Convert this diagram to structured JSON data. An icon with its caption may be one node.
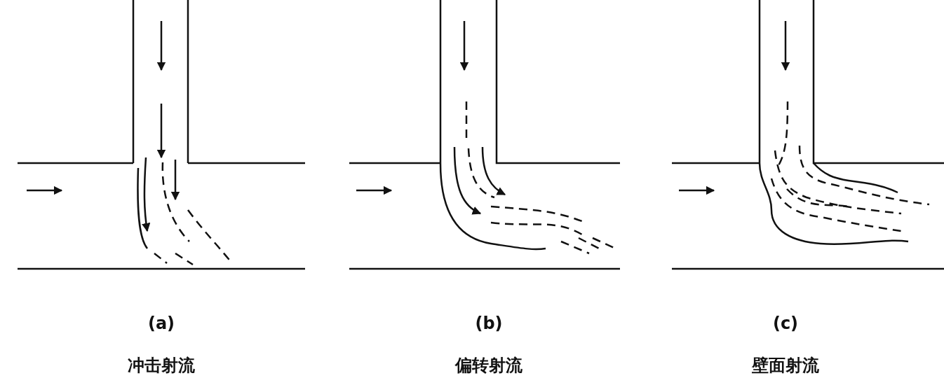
{
  "diagram": {
    "labels": [
      "(a)",
      "冲击射流",
      "(b)",
      "偏转射流",
      "(c)",
      "壁面射流"
    ]
  }
}
